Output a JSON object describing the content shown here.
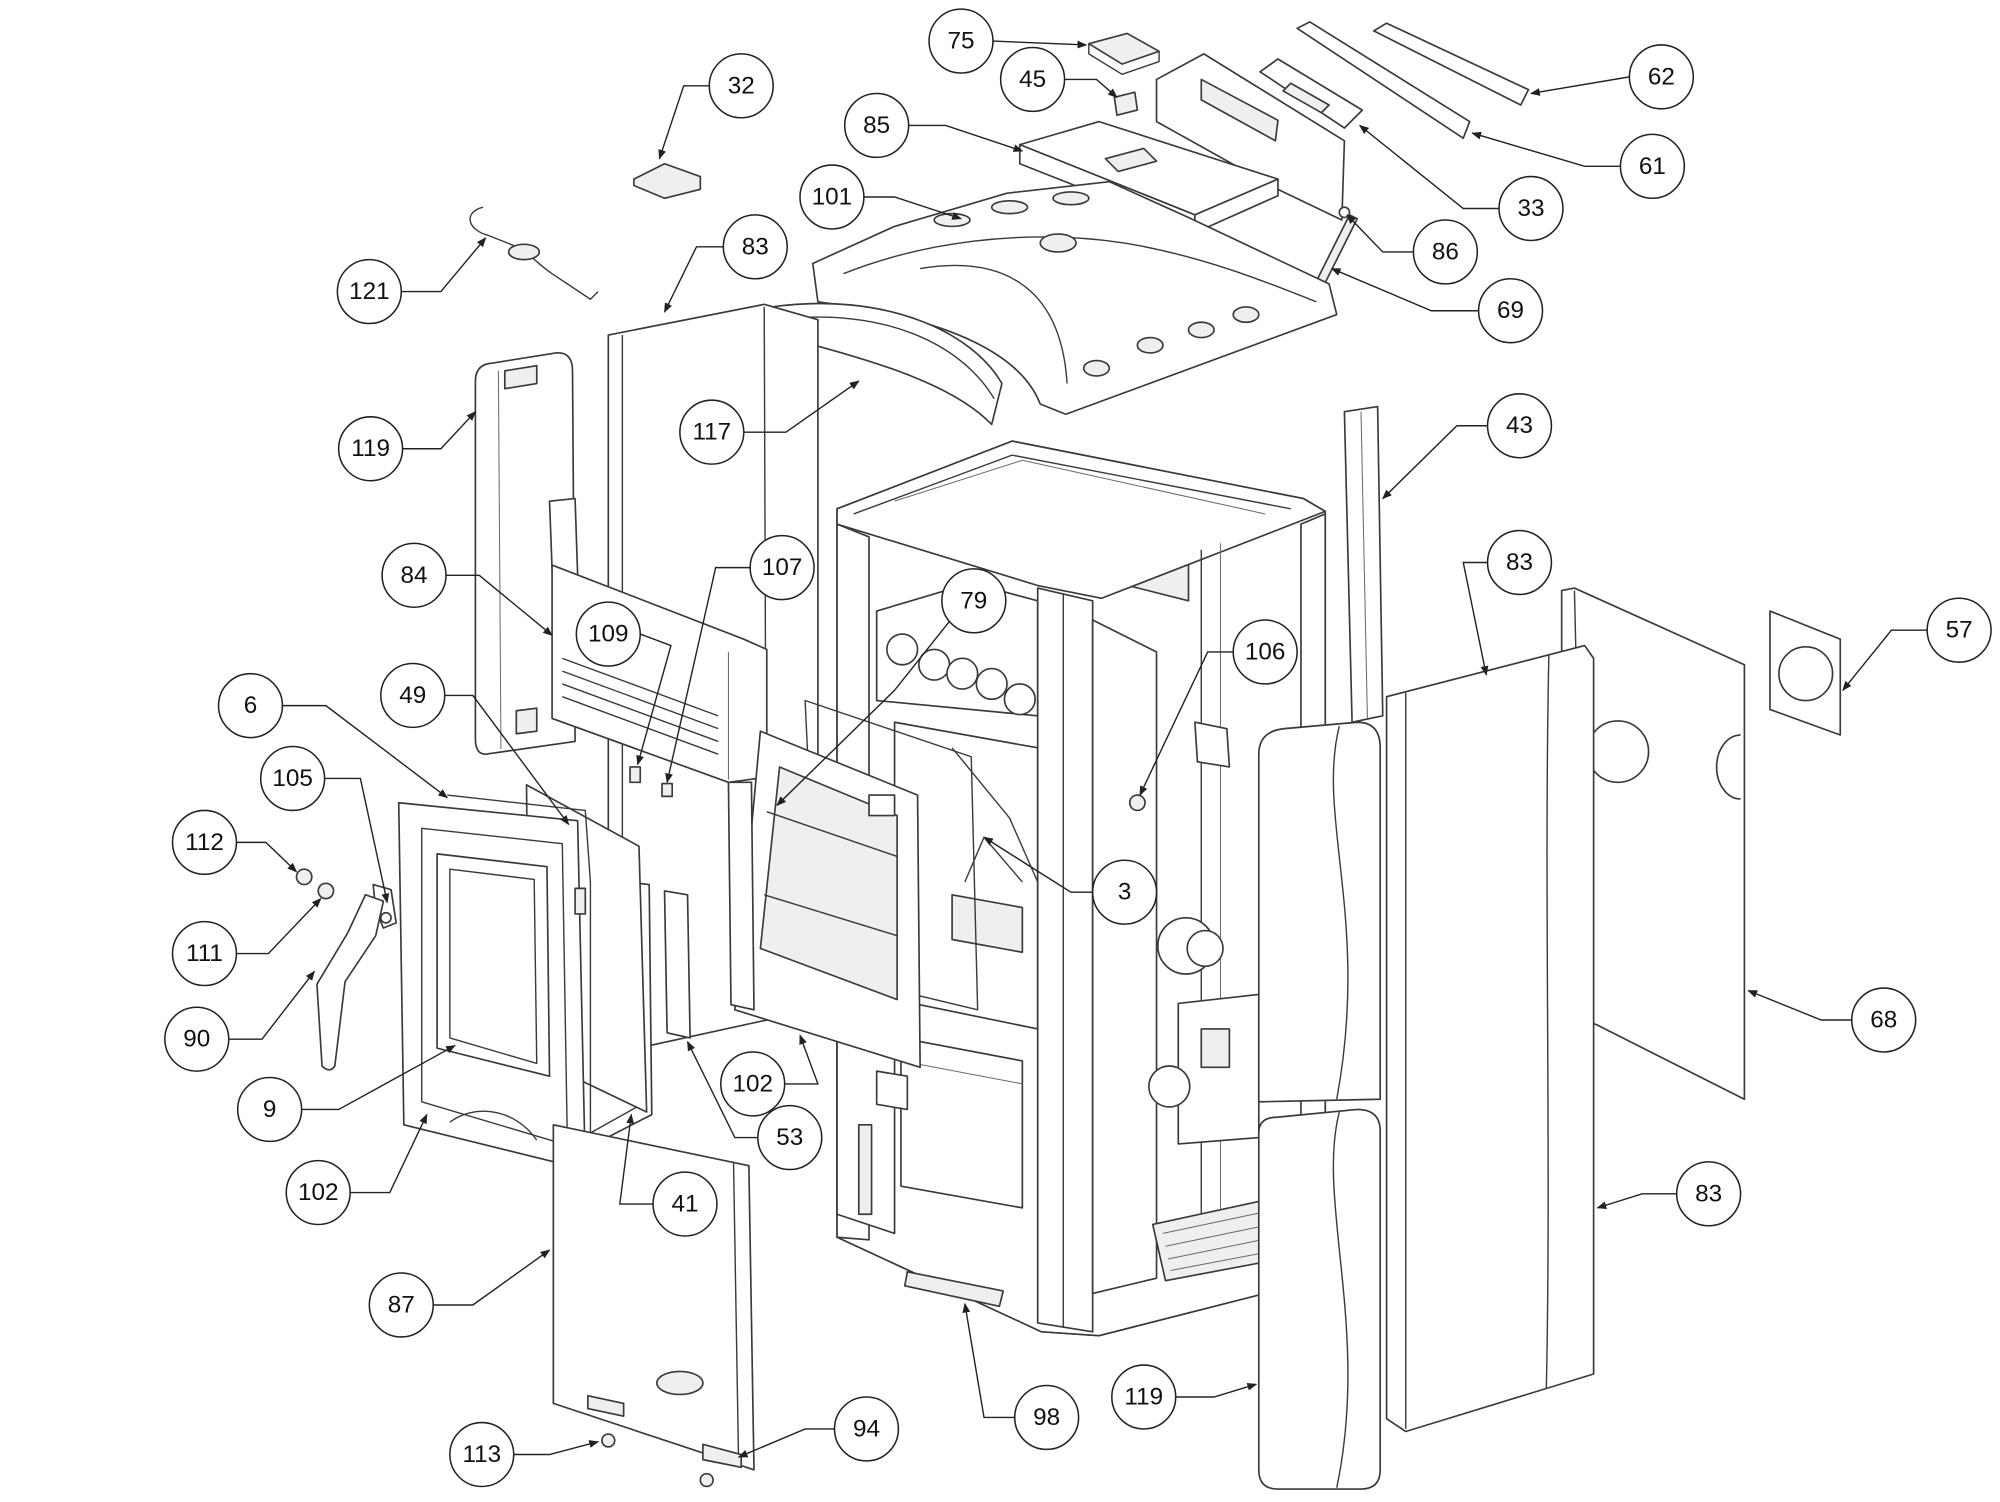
{
  "callouts": [
    "75",
    "32",
    "45",
    "62",
    "85",
    "61",
    "33",
    "101",
    "86",
    "83",
    "121",
    "69",
    "119",
    "117",
    "43",
    "83",
    "107",
    "84",
    "79",
    "109",
    "57",
    "106",
    "6",
    "49",
    "105",
    "112",
    "3",
    "111",
    "68",
    "90",
    "102",
    "9",
    "53",
    "83",
    "102",
    "41",
    "87",
    "119",
    "98",
    "94",
    "113"
  ],
  "colors": {
    "line": "#3a3a3a",
    "callout_stroke": "#222222",
    "background": "#ffffff"
  }
}
